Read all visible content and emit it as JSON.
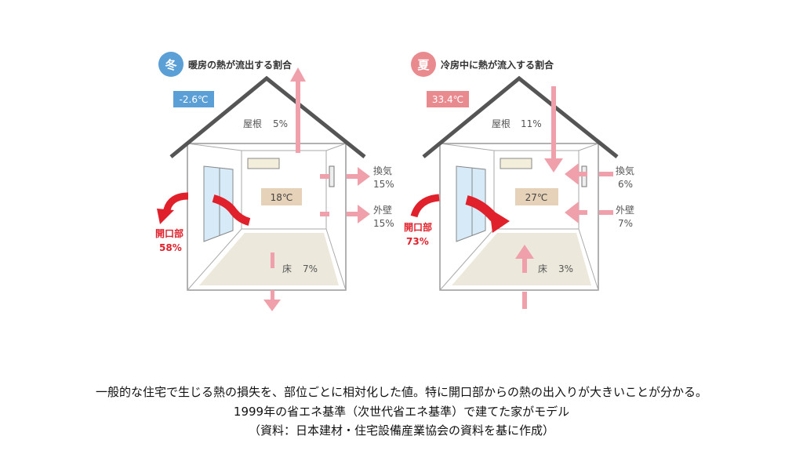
{
  "winter": {
    "badge": "冬",
    "title": "暖房の熱が流出する割合",
    "outdoor_temp": "-2.6℃",
    "indoor_temp": "18℃",
    "roof": {
      "label": "屋根",
      "value": "5%"
    },
    "ventilation": {
      "label": "換気",
      "value": "15%"
    },
    "wall": {
      "label": "外壁",
      "value": "15%"
    },
    "opening": {
      "label": "開口部",
      "value": "58%"
    },
    "floor": {
      "label": "床",
      "value": "7%"
    },
    "color": "#5a9fd6"
  },
  "summer": {
    "badge": "夏",
    "title": "冷房中に熱が流入する割合",
    "outdoor_temp": "33.4℃",
    "indoor_temp": "27℃",
    "roof": {
      "label": "屋根",
      "value": "11%"
    },
    "ventilation": {
      "label": "換気",
      "value": "6%"
    },
    "wall": {
      "label": "外壁",
      "value": "7%"
    },
    "opening": {
      "label": "開口部",
      "value": "73%"
    },
    "floor": {
      "label": "床",
      "value": "3%"
    },
    "color": "#e98a8f"
  },
  "caption": {
    "line1": "一般的な住宅で生じる熱の損失を、部位ごとに相対化した値。特に開口部からの熱の出入りが大きいことが分かる。",
    "line2": "1999年の省エネ基準（次世代省エネ基準）で建てた家がモデル",
    "line3": "（資料：日本建材・住宅設備産業協会の資料を基に作成）"
  }
}
